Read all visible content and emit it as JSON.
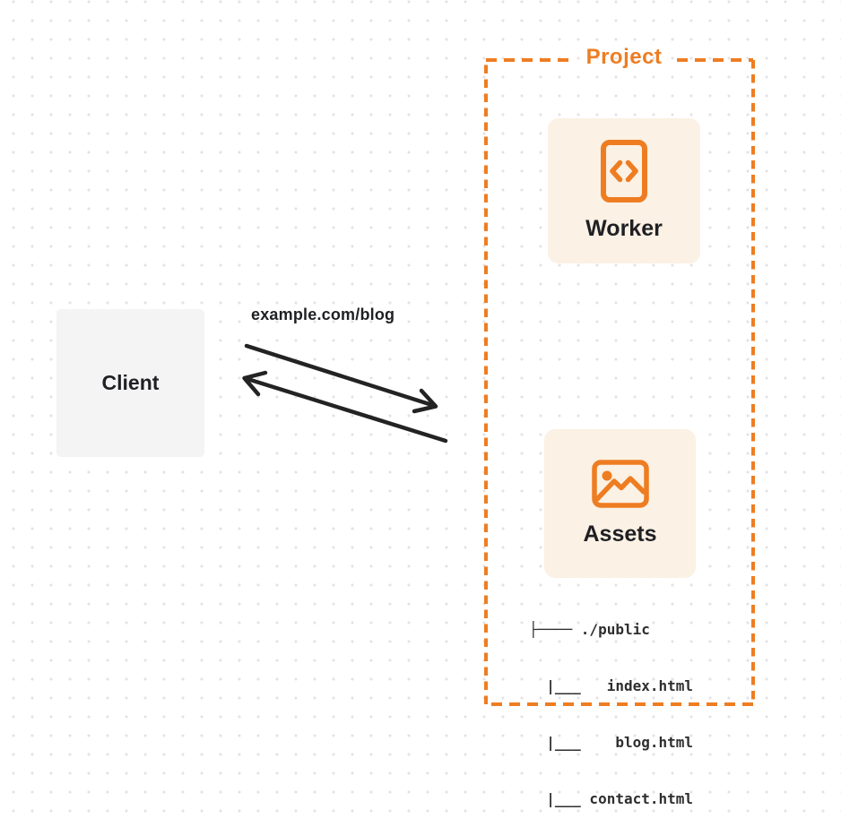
{
  "colors": {
    "accent": "#EE7D22",
    "card_bg": "#FBF1E4",
    "client_bg": "#F4F4F5",
    "arrow": "#232323",
    "text_dark": "#1F2023",
    "tree_text": "#2E2E2E",
    "dot": "#E3E3E6"
  },
  "client": {
    "label": "Client"
  },
  "request": {
    "url": "example.com/blog"
  },
  "project": {
    "label": "Project",
    "worker": {
      "label": "Worker"
    },
    "assets": {
      "label": "Assets",
      "tree": [
        "├──── ./public",
        "  |___   index.html",
        "  |___    blog.html",
        "  |___ contact.html"
      ]
    }
  }
}
